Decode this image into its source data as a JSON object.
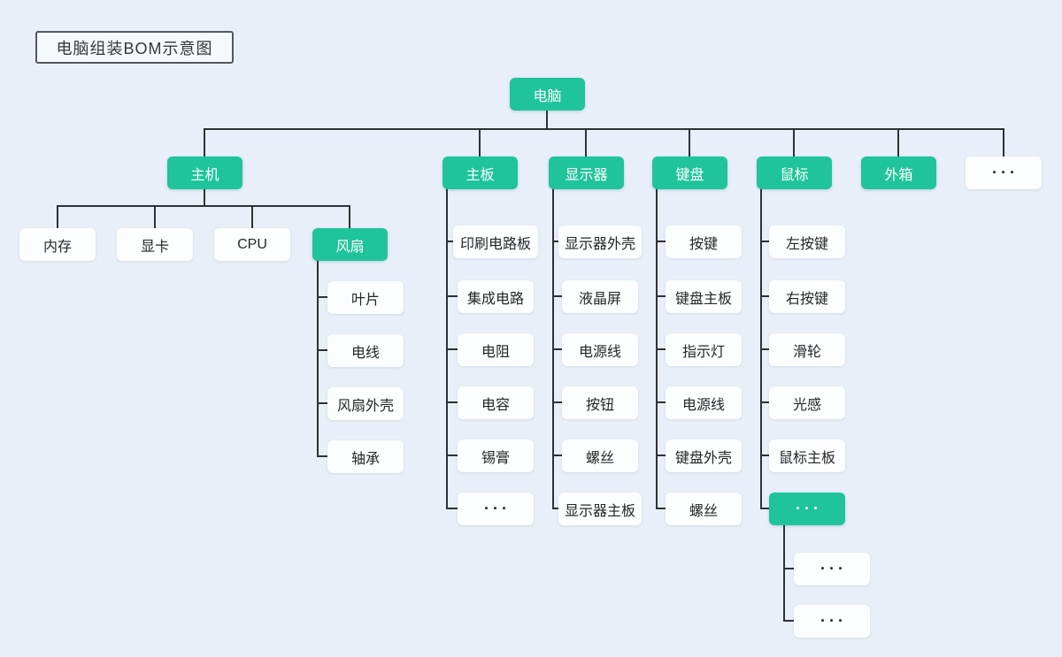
{
  "title": "电脑组装BOM示意图",
  "colors": {
    "accent_green": "#1FC49B",
    "connector_line": "#2F3235",
    "canvas_background": "#E9EFF8",
    "node_background": "#FBFDFF",
    "node_text": "#23272B"
  },
  "nodes": {
    "root": "电脑",
    "host": "主机",
    "mainboard": "主板",
    "monitor": "显示器",
    "keyboard": "键盘",
    "mouse": "鼠标",
    "case": "外箱",
    "level2_more": "···",
    "memory": "内存",
    "gpu": "显卡",
    "cpu": "CPU",
    "fan": "风扇",
    "fan_children": [
      "叶片",
      "电线",
      "风扇外壳",
      "轴承"
    ],
    "mainboard_children": [
      "印刷电路板",
      "集成电路",
      "电阻",
      "电容",
      "锡膏",
      "···"
    ],
    "monitor_children": [
      "显示器外壳",
      "液晶屏",
      "电源线",
      "按钮",
      "螺丝",
      "显示器主板"
    ],
    "keyboard_children": [
      "按键",
      "键盘主板",
      "指示灯",
      "电源线",
      "键盘外壳",
      "螺丝"
    ],
    "mouse_children": [
      "左按键",
      "右按键",
      "滑轮",
      "光感",
      "鼠标主板",
      "···"
    ],
    "mouse_more_children": [
      "···",
      "···"
    ]
  }
}
